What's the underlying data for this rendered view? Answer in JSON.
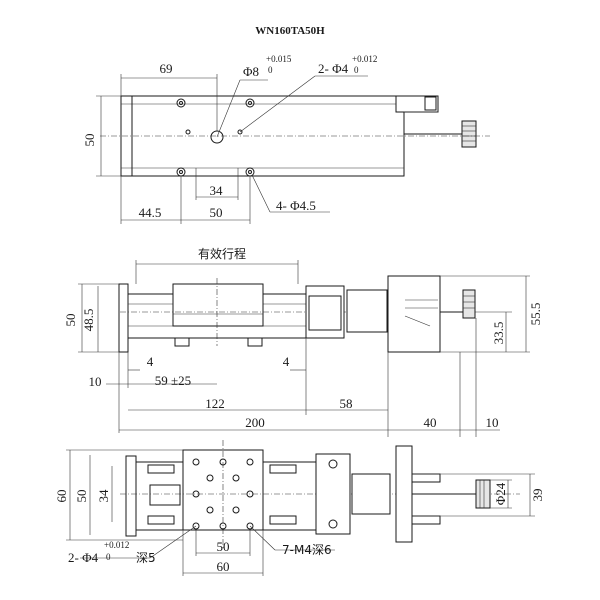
{
  "title": "WN160TA50H",
  "top_view": {
    "d69": "69",
    "d50h": "50",
    "d34": "34",
    "d44_5": "44.5",
    "d50b": "50",
    "hole_phi8": "Φ8",
    "hole_phi8_tol_up": "+0.015",
    "hole_phi8_tol_dn": "0",
    "pin_2phi4": "2- Φ4",
    "pin_tol_up": "+0.012",
    "pin_tol_dn": "0",
    "holes_4phi45": "4- Φ4.5"
  },
  "front_view": {
    "stroke_label": "有效行程",
    "d50": "50",
    "d48_5": "48.5",
    "d4a": "4",
    "d4b": "4",
    "d10a": "10",
    "d59": "59 ±25",
    "d122": "122",
    "d200": "200",
    "d58": "58",
    "d40": "40",
    "d10b": "10",
    "d33_5": "33.5",
    "d55_5": "55.5"
  },
  "bottom_view": {
    "d60v": "60",
    "d50v": "50",
    "d34v": "34",
    "d50h": "50",
    "d60h": "60",
    "pin_label": "2- Φ4",
    "pin_tol_up": "+0.012",
    "pin_tol_dn": "0",
    "pin_depth": "深5",
    "m4_label": "7-M4深6",
    "phi24": "Φ24",
    "d39": "39"
  }
}
